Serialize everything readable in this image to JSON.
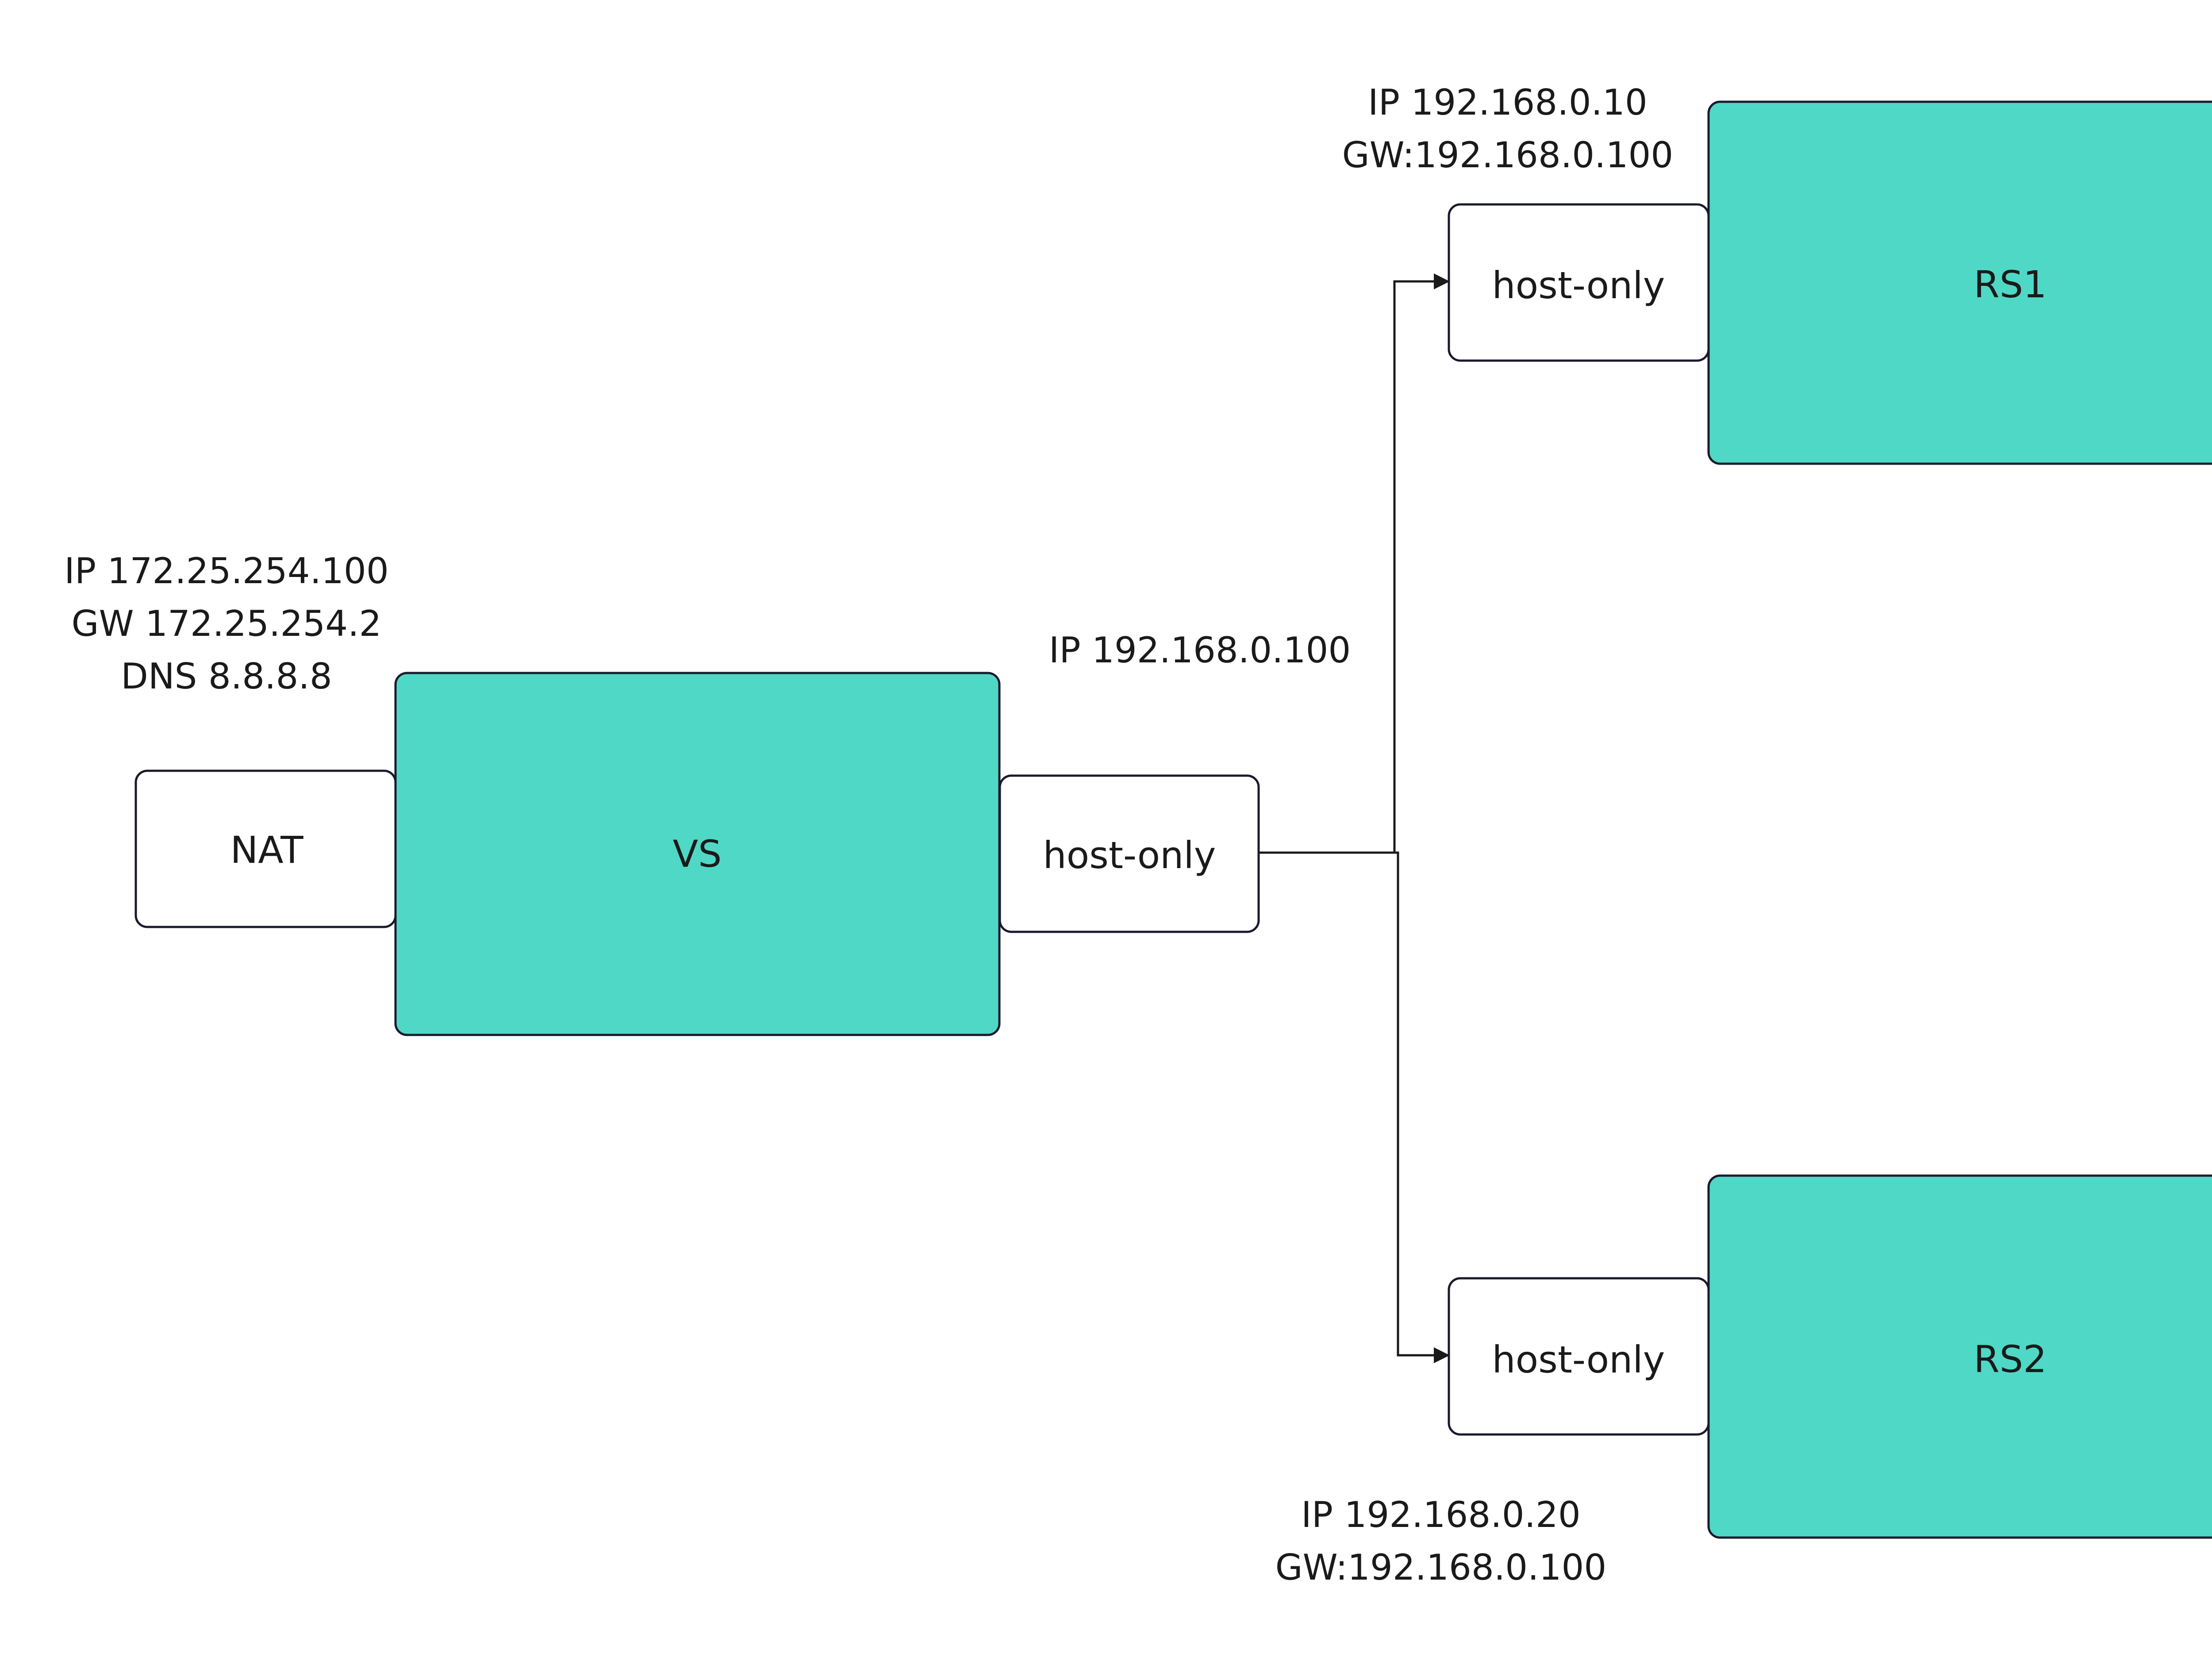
{
  "nodes": {
    "vs": {
      "label": "VS"
    },
    "rs1": {
      "label": "RS1"
    },
    "rs2": {
      "label": "RS2"
    },
    "nat": {
      "label": "NAT"
    },
    "vs_nic": {
      "label": "host-only"
    },
    "rs1_nic": {
      "label": "host-only"
    },
    "rs2_nic": {
      "label": "host-only"
    }
  },
  "addresses": {
    "nat": {
      "ip": "IP 172.25.254.100",
      "gw": "GW 172.25.254.2",
      "dns": "DNS 8.8.8.8"
    },
    "vs_nic": {
      "ip": "IP 192.168.0.100"
    },
    "rs1": {
      "ip": "IP 192.168.0.10",
      "gw": "GW:192.168.0.100"
    },
    "rs2": {
      "ip": "IP 192.168.0.20",
      "gw": "GW:192.168.0.100"
    }
  },
  "colors": {
    "server_fill": "#4fd8c6",
    "nic_fill": "#ffffff",
    "border": "#1a1a2e"
  }
}
